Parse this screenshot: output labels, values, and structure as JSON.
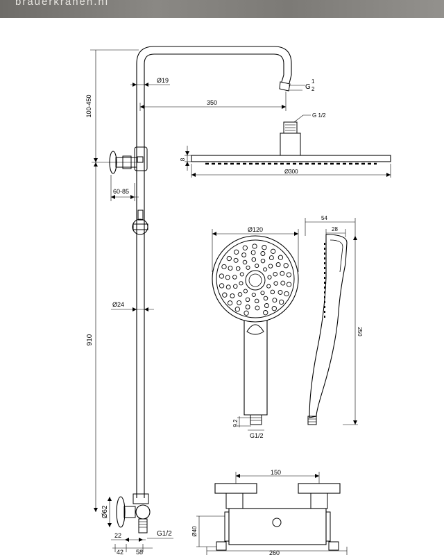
{
  "header": {
    "url_text": "brauerkranen.nl"
  },
  "dimensions": {
    "riser_top_height": "100-450",
    "pipe_diameter_top": "Ø19",
    "arm_length": "350",
    "arm_thread_g": "G",
    "arm_thread_frac_num": "1",
    "arm_thread_frac_den": "2",
    "head_connector_thread": "G 1/2",
    "head_thickness": "8",
    "head_diameter": "Ø300",
    "wall_bracket_distance": "60-85",
    "riser_diameter": "Ø24",
    "riser_height": "910",
    "hand_shower_diameter": "Ø120",
    "hand_shower_side_depth": "54",
    "hand_shower_side_width": "28",
    "hand_shower_length": "250",
    "hand_shower_thread_length": "9.2",
    "hand_shower_thread": "G1/2",
    "valve_center_distance": "150",
    "valve_body_diameter": "Ø40",
    "valve_width": "260",
    "outlet_diameter": "Ø62",
    "outlet_offset": "22",
    "outlet_thread": "G1/2",
    "base_dim_1": "42",
    "base_dim_2": "58"
  }
}
